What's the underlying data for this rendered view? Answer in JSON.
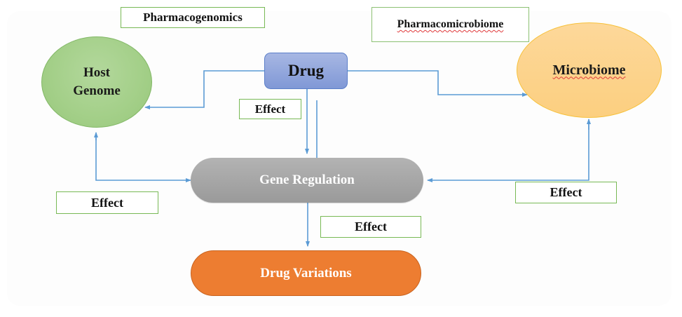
{
  "diagram": {
    "nodes": {
      "host_genome": {
        "line1": "Host",
        "line2": "Genome",
        "color": "#a9d18e"
      },
      "drug": {
        "label": "Drug",
        "color": "#8faadc"
      },
      "microbiome": {
        "label": "Microbiome",
        "color": "#ffd58a"
      },
      "gene_regulation": {
        "label": "Gene Regulation",
        "color": "#a6a6a6"
      },
      "drug_variations": {
        "label": "Drug Variations",
        "color": "#ed7d31"
      }
    },
    "labels": {
      "pharmacogenomics": "Pharmacogenomics",
      "pharmacomicrobiome": "Pharmacomicrobiome",
      "effect_drug_to_gene": "Effect",
      "effect_genome_gene": "Effect",
      "effect_microbiome_gene": "Effect",
      "effect_gene_to_variations": "Effect"
    },
    "edges": [
      {
        "from": "Drug",
        "to": "Host Genome"
      },
      {
        "from": "Drug",
        "to": "Microbiome"
      },
      {
        "from": "Drug",
        "to": "Gene Regulation"
      },
      {
        "from": "Drug",
        "to": "Gene Regulation"
      },
      {
        "from": "Host Genome",
        "to": "Gene Regulation",
        "bidirectional": true
      },
      {
        "from": "Microbiome",
        "to": "Gene Regulation",
        "bidirectional": true
      },
      {
        "from": "Gene Regulation",
        "to": "Drug Variations"
      }
    ],
    "connector_color": "#5b9bd5",
    "label_border_color": "#70ad47"
  }
}
